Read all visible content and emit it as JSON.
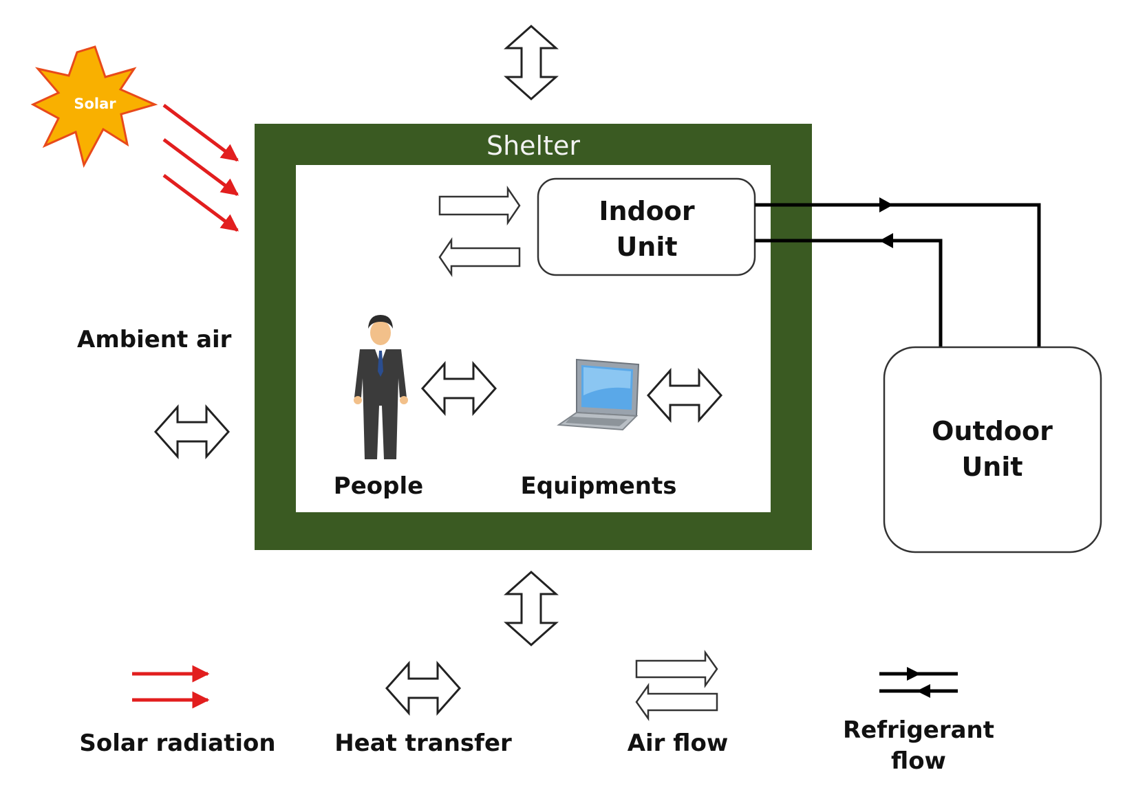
{
  "labels": {
    "solar": "Solar",
    "shelter": "Shelter",
    "indoor_unit": [
      "Indoor",
      "Unit"
    ],
    "outdoor_unit": [
      "Outdoor",
      "Unit"
    ],
    "ambient_air": "Ambient air",
    "people": "People",
    "equipments": "Equipments"
  },
  "legend": {
    "solar_radiation": "Solar radiation",
    "heat_transfer": "Heat transfer",
    "air_flow": "Air flow",
    "refrigerant_flow": [
      "Refrigerant",
      "flow"
    ]
  },
  "colors": {
    "shelter_wall": "#3a5a22",
    "sun_fill": "#f9b000",
    "sun_stroke": "#e84a1a",
    "solar_ray": "#e21e1e",
    "refrigerant_line": "#000000",
    "outline": "#222222"
  }
}
